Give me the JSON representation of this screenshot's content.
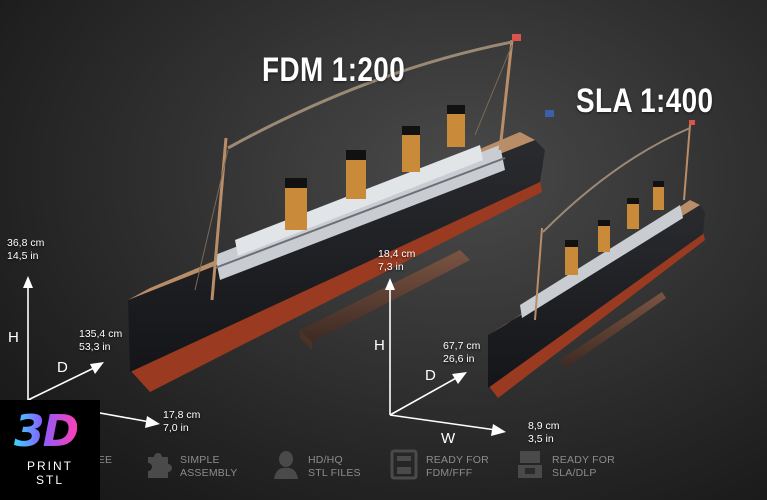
{
  "titles": {
    "fdm": "FDM 1:200",
    "sla": "SLA 1:400"
  },
  "fdm": {
    "height": {
      "cm": "36,8  cm",
      "in": "14,5  in"
    },
    "depth": {
      "cm": "135,4  cm",
      "in": "53,3  in"
    },
    "width": {
      "cm": "17,8  cm",
      "in": "7,0  in"
    },
    "axis_h": "H",
    "axis_d": "D"
  },
  "sla": {
    "height": {
      "cm": "18,4  cm",
      "in": "7,3  in"
    },
    "depth": {
      "cm": "67,7  cm",
      "in": "26,6  in"
    },
    "width": {
      "cm": "8,9  cm",
      "in": "3,5  in"
    },
    "axis_h": "H",
    "axis_d": "D",
    "axis_w": "W"
  },
  "logo": {
    "mark": "3D",
    "line1": "PRINT",
    "line2": "STL"
  },
  "features": [
    {
      "icon": "free-icon",
      "label": "REE"
    },
    {
      "icon": "puzzle-icon",
      "label": "SIMPLE\nASSEMBLY"
    },
    {
      "icon": "bust-icon",
      "label": "HD/HQ\nSTL FILES"
    },
    {
      "icon": "fdm-printer-icon",
      "label": "READY FOR\nFDM/FFF"
    },
    {
      "icon": "sla-printer-icon",
      "label": "READY FOR\nSLA/DLP"
    }
  ],
  "colors": {
    "background": "#2e2e2e",
    "hull_black": "#1e1f22",
    "hull_red": "#9a3a20",
    "deck": "#b98d68",
    "funnel": "#c98a3a",
    "stand": "#6e4a3a"
  }
}
